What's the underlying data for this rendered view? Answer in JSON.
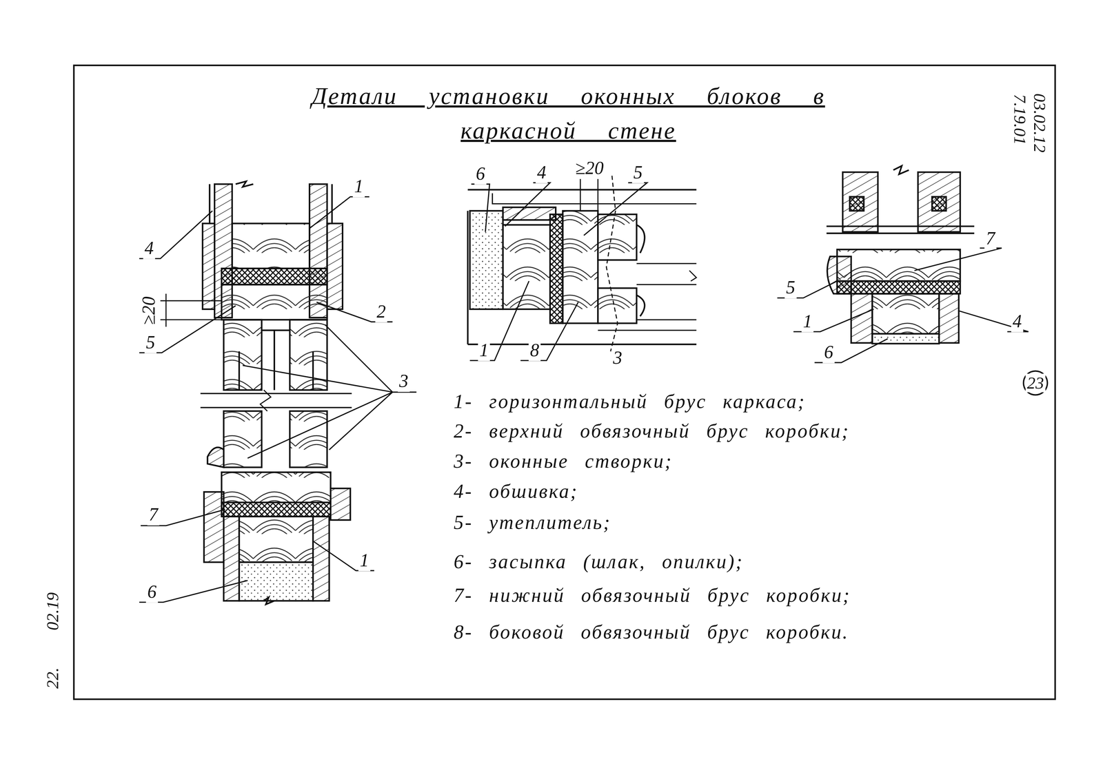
{
  "diagram": {
    "title": "Детали установки оконных блоков в каркасной стене",
    "labels": [
      "03.02.12",
      "7.19.01",
      "23",
      "02.19",
      "22.",
      "4",
      "1",
      "≥20",
      "2",
      "5",
      "3",
      "7",
      "1",
      "6",
      "6",
      "4",
      "≥20",
      "5",
      "1",
      "8",
      "3",
      "7",
      "5",
      "1",
      "4",
      "6",
      "1- горизонтальный брус каркаса;",
      "2- верхний обвязочный брус коробки;",
      "3- оконные створки;",
      "4- обшивка;",
      "5- утеплитель;",
      "6- засыпка (шлак, опилки);",
      "7- нижний обвязочный брус коробки;",
      "8- боковой обвязочный брус коробки."
    ]
  }
}
